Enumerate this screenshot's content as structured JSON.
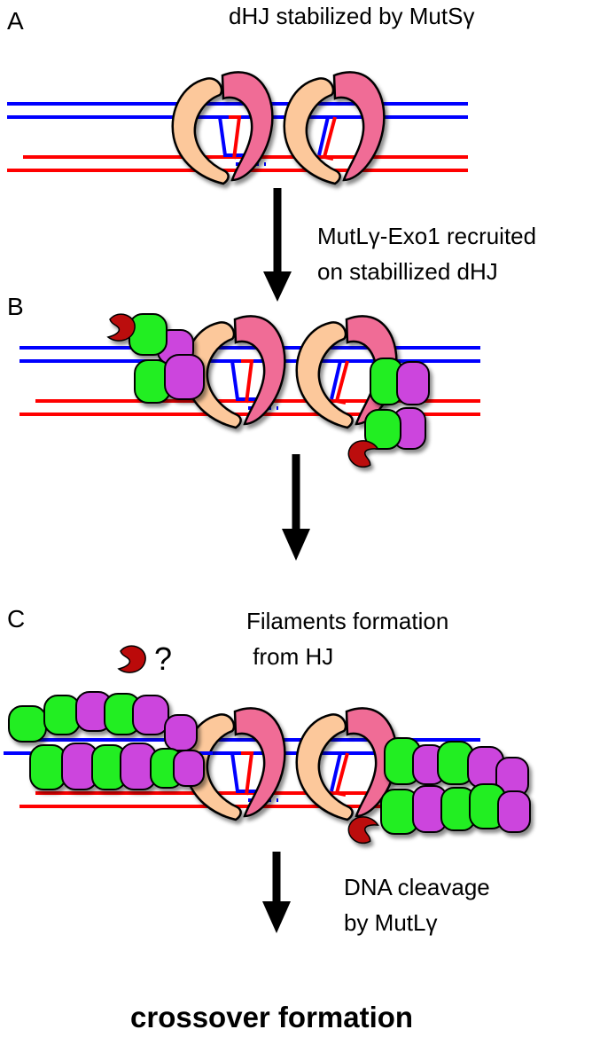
{
  "panels": {
    "a": {
      "letter": "A",
      "title": "dHJ stabilized by MutSγ"
    },
    "b": {
      "letter": "B"
    },
    "c": {
      "letter": "C"
    }
  },
  "steps": {
    "recruit": {
      "line1": "MutLγ-Exo1 recruited",
      "line2": "on stabillized dHJ"
    },
    "filament": {
      "line1": "Filaments formation",
      "line2": " from HJ",
      "question": "?"
    },
    "cleavage": {
      "line1": "DNA cleavage",
      "line2": "by MutLγ"
    }
  },
  "result": "crossover formation",
  "colors": {
    "dna_blue": "#0000ff",
    "dna_red": "#ff0000",
    "mutsg_peach": "#fcc89b",
    "mutsg_pink": "#f06c96",
    "mutlg_green": "#22ee22",
    "mutlg_purple": "#cc44dd",
    "exo1_red": "#bb0a0a"
  }
}
